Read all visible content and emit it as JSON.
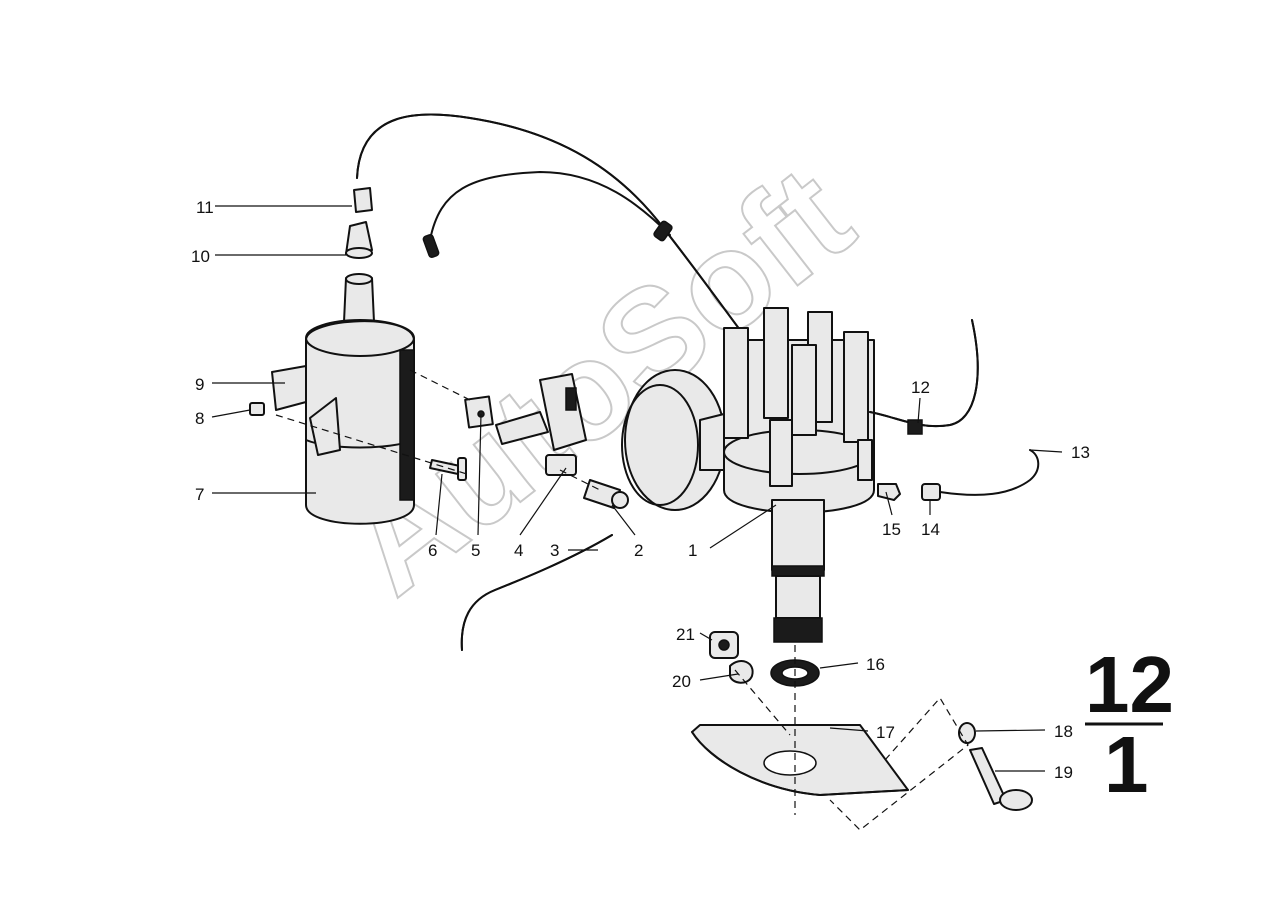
{
  "watermark": "AutoSoft",
  "page_number": {
    "top": "12",
    "bottom": "1"
  },
  "callouts": [
    {
      "id": "c1",
      "label": "1"
    },
    {
      "id": "c2",
      "label": "2"
    },
    {
      "id": "c3",
      "label": "3"
    },
    {
      "id": "c4",
      "label": "4"
    },
    {
      "id": "c5",
      "label": "5"
    },
    {
      "id": "c6",
      "label": "6"
    },
    {
      "id": "c7",
      "label": "7"
    },
    {
      "id": "c8",
      "label": "8"
    },
    {
      "id": "c9",
      "label": "9"
    },
    {
      "id": "c10",
      "label": "10"
    },
    {
      "id": "c11",
      "label": "11"
    },
    {
      "id": "c12",
      "label": "12"
    },
    {
      "id": "c13",
      "label": "13"
    },
    {
      "id": "c14",
      "label": "14"
    },
    {
      "id": "c15",
      "label": "15"
    },
    {
      "id": "c16",
      "label": "16"
    },
    {
      "id": "c17",
      "label": "17"
    },
    {
      "id": "c18",
      "label": "18"
    },
    {
      "id": "c19",
      "label": "19"
    },
    {
      "id": "c20",
      "label": "20"
    },
    {
      "id": "c21",
      "label": "21"
    }
  ]
}
